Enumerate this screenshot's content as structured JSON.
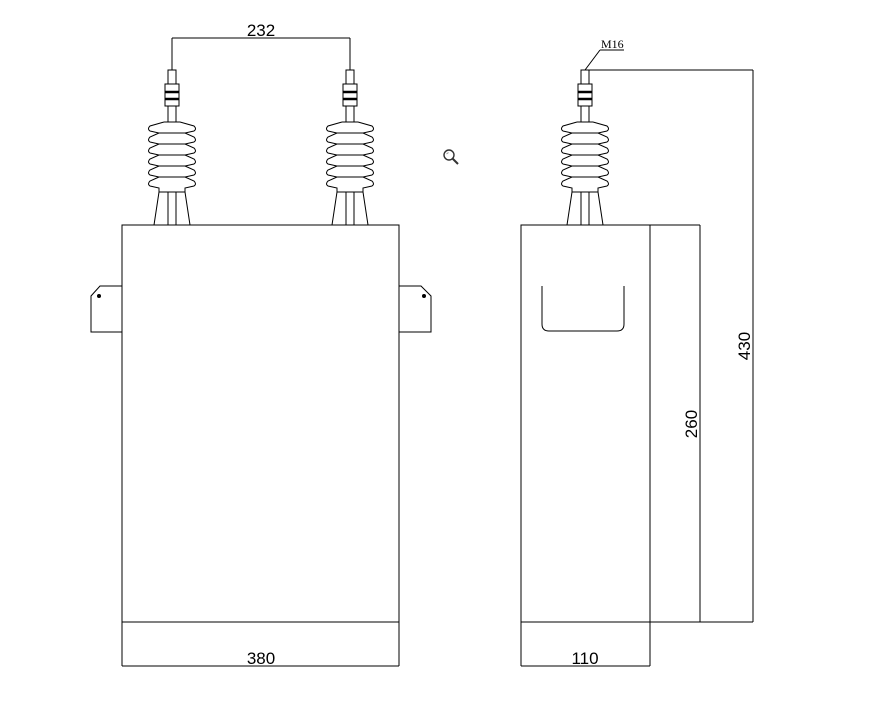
{
  "dimensions": {
    "terminal_spacing": "232",
    "front_width": "380",
    "side_width": "110",
    "body_height": "260",
    "overall_height": "430",
    "thread_size": "M16"
  },
  "controls": {
    "zoom_icon": "magnifier-icon"
  }
}
